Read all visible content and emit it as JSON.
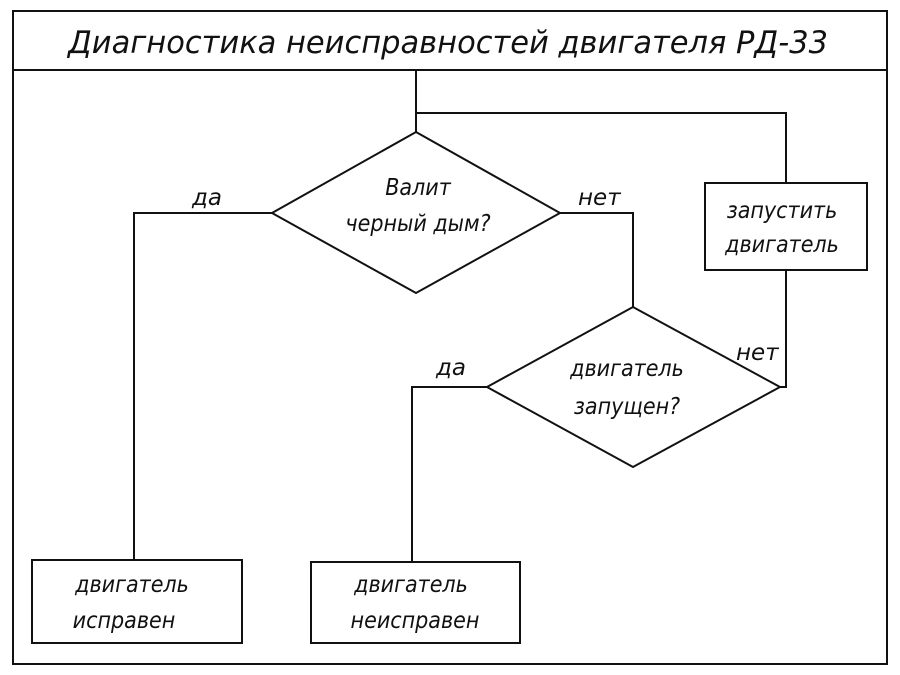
{
  "title": "Диагностика неисправностей двигателя РД-33",
  "nodes": {
    "decision_smoke": {
      "line1": "Валит",
      "line2": "черный дым?"
    },
    "decision_started": {
      "line1": "двигатель",
      "line2": "запущен?"
    },
    "action_start_engine": {
      "line1": "запустить",
      "line2": "двигатель"
    },
    "result_ok": {
      "line1": "двигатель",
      "line2": "исправен"
    },
    "result_faulty": {
      "line1": "двигатель",
      "line2": "неисправен"
    }
  },
  "edges": {
    "smoke_yes": "да",
    "smoke_no": "нет",
    "started_yes": "да",
    "started_no": "нет"
  }
}
